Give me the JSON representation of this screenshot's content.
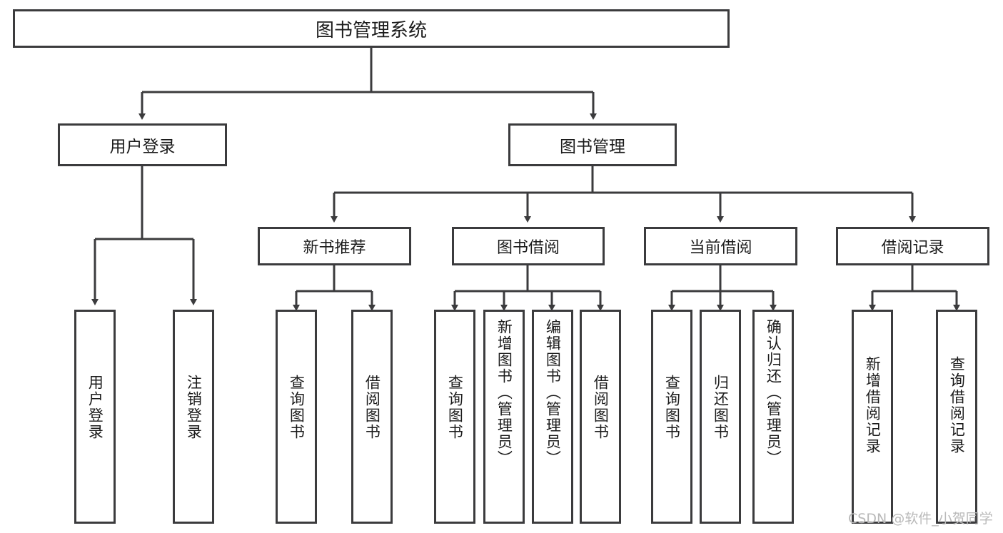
{
  "diagram": {
    "type": "tree-hierarchy",
    "title": "图书管理系统",
    "watermark": "CSDN @软件_小贺同学",
    "colors": {
      "background": "#ffffff",
      "line": "#3b3b3d",
      "box_border": "#3b3b3d",
      "box_fill": "#ffffff",
      "text": "#1b1b1b",
      "watermark": "#b9b9b9"
    },
    "root": {
      "label": "图书管理系统"
    },
    "level2": [
      {
        "label": "用户登录"
      },
      {
        "label": "图书管理"
      }
    ],
    "level3": [
      {
        "label": "新书推荐"
      },
      {
        "label": "图书借阅"
      },
      {
        "label": "当前借阅"
      },
      {
        "label": "借阅记录"
      }
    ],
    "leaves": {
      "user_login": [
        {
          "label": "用户登录"
        },
        {
          "label": "注销登录"
        }
      ],
      "new_book_recommend": [
        {
          "label": "查询图书"
        },
        {
          "label": "借阅图书"
        }
      ],
      "book_borrow": [
        {
          "label": "查询图书"
        },
        {
          "label": "新增图书（管理员）"
        },
        {
          "label": "编辑图书（管理员）"
        },
        {
          "label": "借阅图书"
        }
      ],
      "current_borrow": [
        {
          "label": "查询图书"
        },
        {
          "label": "归还图书"
        },
        {
          "label": "确认归还（管理员）"
        }
      ],
      "borrow_records": [
        {
          "label": "新增借阅记录"
        },
        {
          "label": "查询借阅记录"
        }
      ]
    }
  }
}
